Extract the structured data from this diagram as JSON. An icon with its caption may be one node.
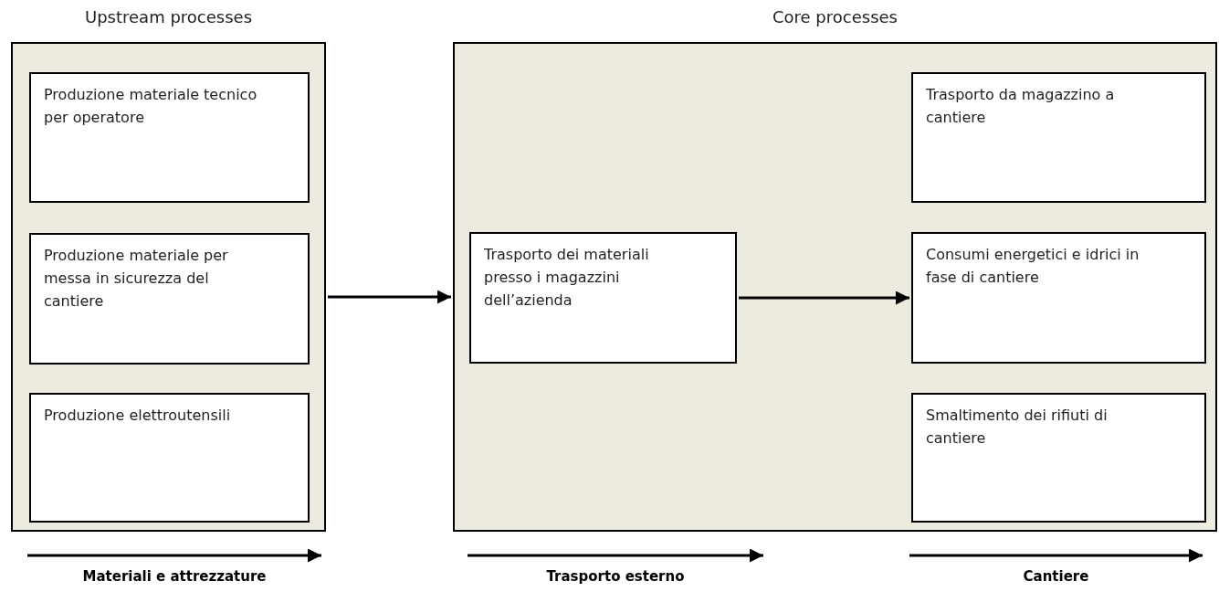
{
  "diagram": {
    "nodes": [
      {
        "text": [
          "Upstream processes"
        ]
      },
      {
        "text": [
          "Produzione materiale tecnico per operatore"
        ],
        "in": 0
      },
      {
        "text": [
          "Produzione materiale per messa in sicurezza del cantiere"
        ],
        "in": 0
      },
      {
        "text": [
          "Produzione elettroutensili"
        ],
        "in": 0
      },
      {
        "text": [
          "Core processes"
        ]
      },
      {
        "text": [
          "Trasporto dei materiali presso i magazzini dell’azienda"
        ],
        "in": 4
      },
      {
        "text": [
          "Trasporto da magazzino a cantiere"
        ],
        "in": 4
      },
      {
        "text": [
          "Consumi energetici e idrici in fase di cantiere"
        ],
        "in": 4
      },
      {
        "text": [
          "Smaltimento dei rifiuti di cantiere"
        ],
        "in": 4
      }
    ],
    "edges": [
      {
        "from": 0,
        "to": 4,
        "arrow": "to"
      },
      {
        "from": 5,
        "to": 7,
        "arrow": "to"
      }
    ],
    "labels": [
      "Materiali e attrezzature",
      "Trasporto esterno",
      "Cantiere"
    ]
  }
}
